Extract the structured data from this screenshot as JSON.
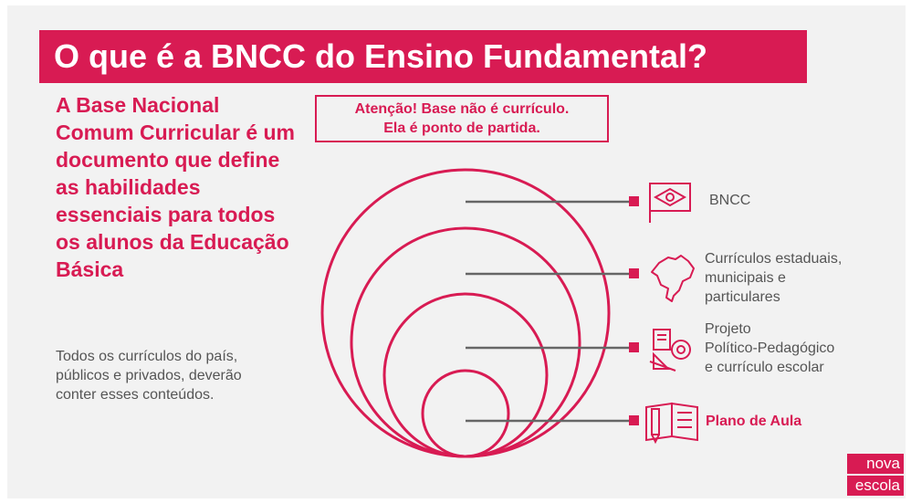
{
  "title": "O que é a BNCC do Ensino Fundamental?",
  "headline": "A Base Nacional Comum Curricular é um documento que define as habilidades essenciais para todos os alunos da Educação Básica",
  "body_text": "Todos os currículos do país, públicos e privados, deverão conter esses conteúdos.",
  "callout": {
    "line1": "Atenção! Base não é currículo.",
    "line2": "Ela é ponto de partida."
  },
  "levels": [
    {
      "label_lines": [
        "BNCC"
      ],
      "icon": "eye-flag-icon"
    },
    {
      "label_lines": [
        "Currículos estaduais,",
        "municipais e",
        "particulares"
      ],
      "icon": "brazil-map-icon"
    },
    {
      "label_lines": [
        "Projeto",
        "Político-Pedagógico",
        "e currículo escolar"
      ],
      "icon": "planning-tools-icon"
    },
    {
      "label_lines": [
        "Plano de Aula"
      ],
      "icon": "open-book-icon"
    }
  ],
  "logo": {
    "line1": "nova",
    "line2": "escola"
  },
  "colors": {
    "accent": "#d81b53",
    "text": "#555555",
    "background": "#f2f2f2",
    "line": "#666666"
  }
}
